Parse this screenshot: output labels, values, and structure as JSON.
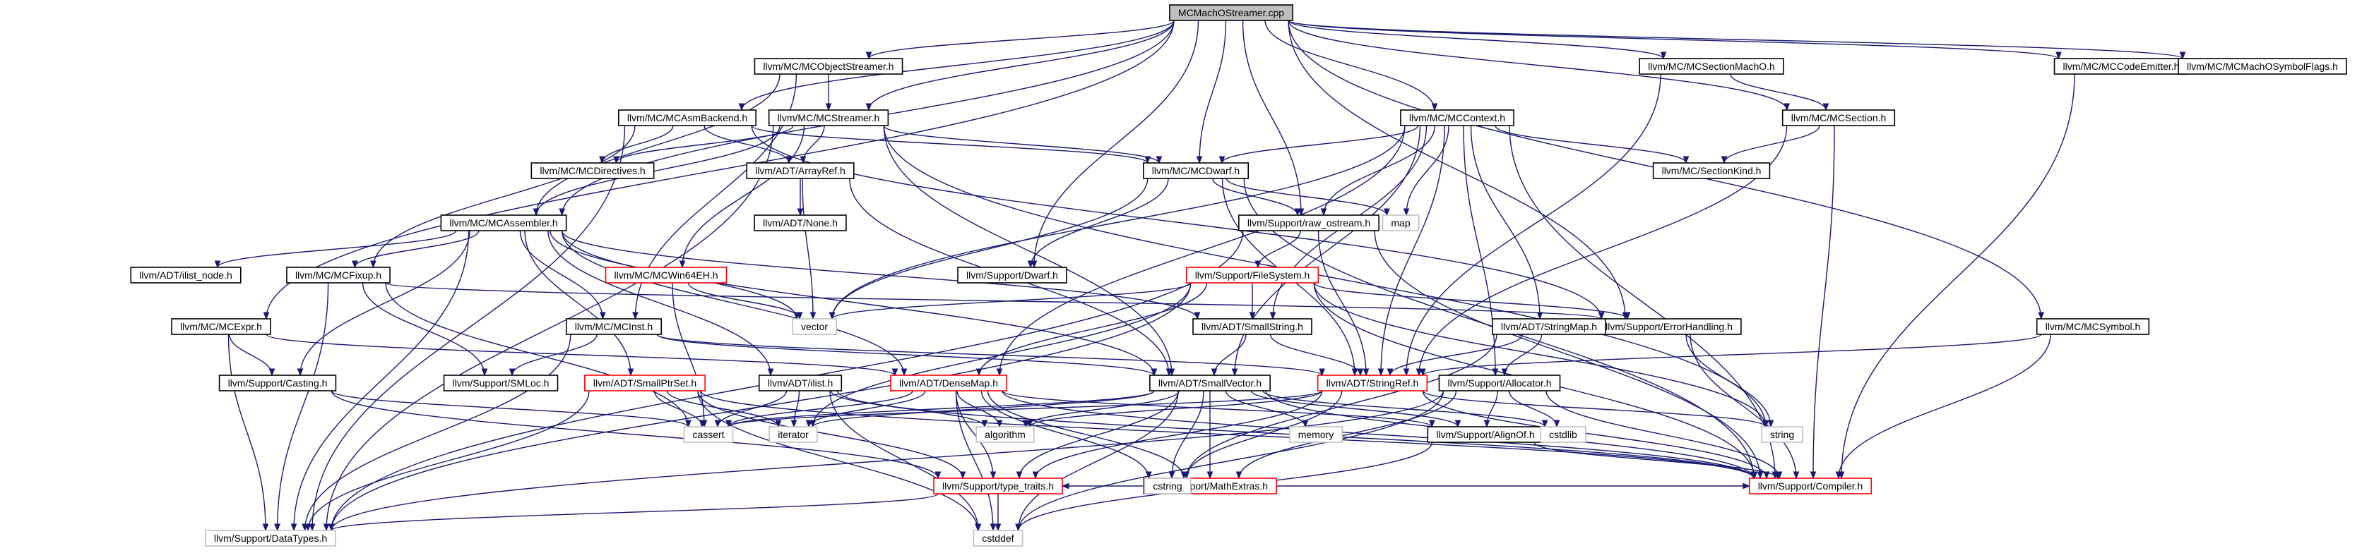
{
  "diagram": {
    "colors": {
      "edge": "#191970",
      "root_fill": "#bfbfbf",
      "node_border": "#000000",
      "truncated_border": "#ff0000",
      "external_border": "#bfbfbf",
      "node_fill": "#ffffff"
    },
    "nodes": [
      {
        "id": "root",
        "label": "MCMachOStreamer.cpp",
        "style": "root"
      },
      {
        "id": "objstreamer",
        "label": "llvm/MC/MCObjectStreamer.h",
        "style": "normal"
      },
      {
        "id": "secmacho",
        "label": "llvm/MC/MCSectionMachO.h",
        "style": "normal"
      },
      {
        "id": "codeemitter",
        "label": "llvm/MC/MCCodeEmitter.h",
        "style": "normal"
      },
      {
        "id": "symflags",
        "label": "llvm/MC/MCMachOSymbolFlags.h",
        "style": "normal"
      },
      {
        "id": "asmbackend",
        "label": "llvm/MC/MCAsmBackend.h",
        "style": "normal"
      },
      {
        "id": "streamer",
        "label": "llvm/MC/MCStreamer.h",
        "style": "normal"
      },
      {
        "id": "context",
        "label": "llvm/MC/MCContext.h",
        "style": "normal"
      },
      {
        "id": "section",
        "label": "llvm/MC/MCSection.h",
        "style": "normal"
      },
      {
        "id": "directives",
        "label": "llvm/MC/MCDirectives.h",
        "style": "normal"
      },
      {
        "id": "arrayref",
        "label": "llvm/ADT/ArrayRef.h",
        "style": "normal"
      },
      {
        "id": "dwarfmc",
        "label": "llvm/MC/MCDwarf.h",
        "style": "normal"
      },
      {
        "id": "sectionkind",
        "label": "llvm/MC/SectionKind.h",
        "style": "normal"
      },
      {
        "id": "none",
        "label": "llvm/ADT/None.h",
        "style": "normal"
      },
      {
        "id": "map",
        "label": "map",
        "style": "external"
      },
      {
        "id": "assembler",
        "label": "llvm/MC/MCAssembler.h",
        "style": "normal"
      },
      {
        "id": "rawostream",
        "label": "llvm/Support/raw_ostream.h",
        "style": "normal"
      },
      {
        "id": "ilistnode",
        "label": "llvm/ADT/ilist_node.h",
        "style": "normal"
      },
      {
        "id": "fixup",
        "label": "llvm/MC/MCFixup.h",
        "style": "normal"
      },
      {
        "id": "win64eh",
        "label": "llvm/MC/MCWin64EH.h",
        "style": "truncated"
      },
      {
        "id": "dwarfsupport",
        "label": "llvm/Support/Dwarf.h",
        "style": "normal"
      },
      {
        "id": "filesystem",
        "label": "llvm/Support/FileSystem.h",
        "style": "truncated"
      },
      {
        "id": "vector",
        "label": "vector",
        "style": "external"
      },
      {
        "id": "errorhandling",
        "label": "llvm/Support/ErrorHandling.h",
        "style": "normal"
      },
      {
        "id": "mcexpr",
        "label": "llvm/MC/MCExpr.h",
        "style": "normal"
      },
      {
        "id": "mcinst",
        "label": "llvm/MC/MCInst.h",
        "style": "normal"
      },
      {
        "id": "smallstring",
        "label": "llvm/ADT/SmallString.h",
        "style": "normal"
      },
      {
        "id": "stringmap",
        "label": "llvm/ADT/StringMap.h",
        "style": "normal"
      },
      {
        "id": "mcsymbol",
        "label": "llvm/MC/MCSymbol.h",
        "style": "normal"
      },
      {
        "id": "casting",
        "label": "llvm/Support/Casting.h",
        "style": "normal"
      },
      {
        "id": "smloc",
        "label": "llvm/Support/SMLoc.h",
        "style": "normal"
      },
      {
        "id": "smallptrset",
        "label": "llvm/ADT/SmallPtrSet.h",
        "style": "truncated"
      },
      {
        "id": "ilist",
        "label": "llvm/ADT/ilist.h",
        "style": "normal"
      },
      {
        "id": "densemap",
        "label": "llvm/ADT/DenseMap.h",
        "style": "truncated"
      },
      {
        "id": "smallvector",
        "label": "llvm/ADT/SmallVector.h",
        "style": "normal"
      },
      {
        "id": "stringref",
        "label": "llvm/ADT/StringRef.h",
        "style": "truncated"
      },
      {
        "id": "allocator",
        "label": "llvm/Support/Allocator.h",
        "style": "normal"
      },
      {
        "id": "string",
        "label": "string",
        "style": "external"
      },
      {
        "id": "cassert",
        "label": "cassert",
        "style": "external"
      },
      {
        "id": "iterator",
        "label": "iterator",
        "style": "external"
      },
      {
        "id": "algorithm",
        "label": "algorithm",
        "style": "external"
      },
      {
        "id": "memory",
        "label": "memory",
        "style": "external"
      },
      {
        "id": "alignof",
        "label": "llvm/Support/AlignOf.h",
        "style": "normal"
      },
      {
        "id": "cstdlib",
        "label": "cstdlib",
        "style": "external"
      },
      {
        "id": "mathextras",
        "label": "llvm/Support/MathExtras.h",
        "style": "truncated"
      },
      {
        "id": "typetraits",
        "label": "llvm/Support/type_traits.h",
        "style": "truncated"
      },
      {
        "id": "cstring",
        "label": "cstring",
        "style": "external"
      },
      {
        "id": "compiler",
        "label": "llvm/Support/Compiler.h",
        "style": "truncated"
      },
      {
        "id": "datatypes",
        "label": "llvm/Support/DataTypes.h",
        "style": "external"
      },
      {
        "id": "cstddef",
        "label": "cstddef",
        "style": "external"
      }
    ],
    "edges": [
      [
        "root",
        "objstreamer"
      ],
      [
        "root",
        "secmacho"
      ],
      [
        "root",
        "codeemitter"
      ],
      [
        "root",
        "symflags"
      ],
      [
        "root",
        "asmbackend"
      ],
      [
        "root",
        "streamer"
      ],
      [
        "root",
        "context"
      ],
      [
        "root",
        "section"
      ],
      [
        "root",
        "assembler"
      ],
      [
        "root",
        "mcexpr"
      ],
      [
        "root",
        "dwarfmc"
      ],
      [
        "root",
        "rawostream"
      ],
      [
        "root",
        "dwarfsupport"
      ],
      [
        "root",
        "errorhandling"
      ],
      [
        "root",
        "mcsymbol"
      ],
      [
        "objstreamer",
        "streamer"
      ],
      [
        "objstreamer",
        "assembler"
      ],
      [
        "objstreamer",
        "mcinst"
      ],
      [
        "secmacho",
        "section"
      ],
      [
        "secmacho",
        "stringref"
      ],
      [
        "codeemitter",
        "compiler"
      ],
      [
        "asmbackend",
        "directives"
      ],
      [
        "asmbackend",
        "arrayref"
      ],
      [
        "asmbackend",
        "dwarfmc"
      ],
      [
        "asmbackend",
        "fixup"
      ],
      [
        "asmbackend",
        "errorhandling"
      ],
      [
        "asmbackend",
        "datatypes"
      ],
      [
        "streamer",
        "directives"
      ],
      [
        "streamer",
        "arrayref"
      ],
      [
        "streamer",
        "dwarfmc"
      ],
      [
        "streamer",
        "win64eh"
      ],
      [
        "streamer",
        "smallvector"
      ],
      [
        "streamer",
        "assembler"
      ],
      [
        "streamer",
        "datatypes"
      ],
      [
        "streamer",
        "string"
      ],
      [
        "context",
        "dwarfmc"
      ],
      [
        "context",
        "sectionkind"
      ],
      [
        "context",
        "map"
      ],
      [
        "context",
        "rawostream"
      ],
      [
        "context",
        "vector"
      ],
      [
        "context",
        "densemap"
      ],
      [
        "context",
        "smallstring"
      ],
      [
        "context",
        "smallvector"
      ],
      [
        "context",
        "stringmap"
      ],
      [
        "context",
        "allocator"
      ],
      [
        "context",
        "compiler"
      ],
      [
        "context",
        "stringref"
      ],
      [
        "section",
        "sectionkind"
      ],
      [
        "section",
        "stringref"
      ],
      [
        "section",
        "compiler"
      ],
      [
        "arrayref",
        "none"
      ],
      [
        "arrayref",
        "vector"
      ],
      [
        "arrayref",
        "smallvector"
      ],
      [
        "dwarfmc",
        "map"
      ],
      [
        "dwarfmc",
        "rawostream"
      ],
      [
        "dwarfmc",
        "dwarfsupport"
      ],
      [
        "dwarfmc",
        "vector"
      ],
      [
        "dwarfmc",
        "stringref"
      ],
      [
        "dwarfmc",
        "compiler"
      ],
      [
        "assembler",
        "ilistnode"
      ],
      [
        "assembler",
        "fixup"
      ],
      [
        "assembler",
        "mcinst"
      ],
      [
        "assembler",
        "casting"
      ],
      [
        "assembler",
        "smallptrset"
      ],
      [
        "assembler",
        "ilist"
      ],
      [
        "assembler",
        "densemap"
      ],
      [
        "assembler",
        "smallvector"
      ],
      [
        "assembler",
        "smallstring"
      ],
      [
        "assembler",
        "vector"
      ],
      [
        "assembler",
        "datatypes"
      ],
      [
        "rawostream",
        "filesystem"
      ],
      [
        "rawostream",
        "stringref"
      ],
      [
        "rawostream",
        "compiler"
      ],
      [
        "rawostream",
        "datatypes"
      ],
      [
        "fixup",
        "smloc"
      ],
      [
        "fixup",
        "datatypes"
      ],
      [
        "fixup",
        "errorhandling"
      ],
      [
        "fixup",
        "cassert"
      ],
      [
        "win64eh",
        "vector"
      ],
      [
        "win64eh",
        "cassert"
      ],
      [
        "filesystem",
        "smallstring"
      ],
      [
        "filesystem",
        "vector"
      ],
      [
        "filesystem",
        "string"
      ],
      [
        "filesystem",
        "errorhandling"
      ],
      [
        "filesystem",
        "iterator"
      ],
      [
        "filesystem",
        "datatypes"
      ],
      [
        "filesystem",
        "densemap"
      ],
      [
        "filesystem",
        "compiler"
      ],
      [
        "errorhandling",
        "string"
      ],
      [
        "errorhandling",
        "compiler"
      ],
      [
        "mcexpr",
        "casting"
      ],
      [
        "mcexpr",
        "datatypes"
      ],
      [
        "mcexpr",
        "densemap"
      ],
      [
        "mcinst",
        "smloc"
      ],
      [
        "mcinst",
        "smallvector"
      ],
      [
        "mcinst",
        "stringref"
      ],
      [
        "mcinst",
        "datatypes"
      ],
      [
        "smallstring",
        "smallvector"
      ],
      [
        "smallstring",
        "stringref"
      ],
      [
        "stringmap",
        "stringref"
      ],
      [
        "stringmap",
        "allocator"
      ],
      [
        "stringmap",
        "cstring"
      ],
      [
        "mcsymbol",
        "stringref"
      ],
      [
        "mcsymbol",
        "compiler"
      ],
      [
        "casting",
        "typetraits"
      ],
      [
        "casting",
        "cassert"
      ],
      [
        "smallptrset",
        "cassert"
      ],
      [
        "smallptrset",
        "iterator"
      ],
      [
        "smallptrset",
        "compiler"
      ],
      [
        "smallptrset",
        "typetraits"
      ],
      [
        "smallptrset",
        "datatypes"
      ],
      [
        "smallptrset",
        "cstddef"
      ],
      [
        "ilist",
        "algorithm"
      ],
      [
        "ilist",
        "cassert"
      ],
      [
        "ilist",
        "iterator"
      ],
      [
        "ilist",
        "cstddef"
      ],
      [
        "ilist",
        "compiler"
      ],
      [
        "densemap",
        "algorithm"
      ],
      [
        "densemap",
        "iterator"
      ],
      [
        "densemap",
        "cassert"
      ],
      [
        "densemap",
        "mathextras"
      ],
      [
        "densemap",
        "alignof"
      ],
      [
        "densemap",
        "typetraits"
      ],
      [
        "densemap",
        "cstring"
      ],
      [
        "densemap",
        "cstddef"
      ],
      [
        "densemap",
        "compiler"
      ],
      [
        "smallvector",
        "algorithm"
      ],
      [
        "smallvector",
        "cassert"
      ],
      [
        "smallvector",
        "iterator"
      ],
      [
        "smallvector",
        "memory"
      ],
      [
        "smallvector",
        "cstdlib"
      ],
      [
        "smallvector",
        "cstddef"
      ],
      [
        "smallvector",
        "cstring"
      ],
      [
        "smallvector",
        "mathextras"
      ],
      [
        "smallvector",
        "alignof"
      ],
      [
        "smallvector",
        "typetraits"
      ],
      [
        "smallvector",
        "compiler"
      ],
      [
        "stringref",
        "algorithm"
      ],
      [
        "stringref",
        "cassert"
      ],
      [
        "stringref",
        "string"
      ],
      [
        "stringref",
        "cstring"
      ],
      [
        "stringref",
        "typetraits"
      ],
      [
        "stringref",
        "compiler"
      ],
      [
        "allocator",
        "alignof"
      ],
      [
        "allocator",
        "mathextras"
      ],
      [
        "allocator",
        "cstddef"
      ],
      [
        "allocator",
        "cstdlib"
      ],
      [
        "allocator",
        "datatypes"
      ],
      [
        "allocator",
        "compiler"
      ],
      [
        "alignof",
        "cstddef"
      ],
      [
        "alignof",
        "compiler"
      ],
      [
        "mathextras",
        "cstring"
      ],
      [
        "mathextras",
        "typetraits"
      ],
      [
        "mathextras",
        "compiler"
      ],
      [
        "typetraits",
        "datatypes"
      ],
      [
        "typetraits",
        "cstddef"
      ]
    ]
  }
}
